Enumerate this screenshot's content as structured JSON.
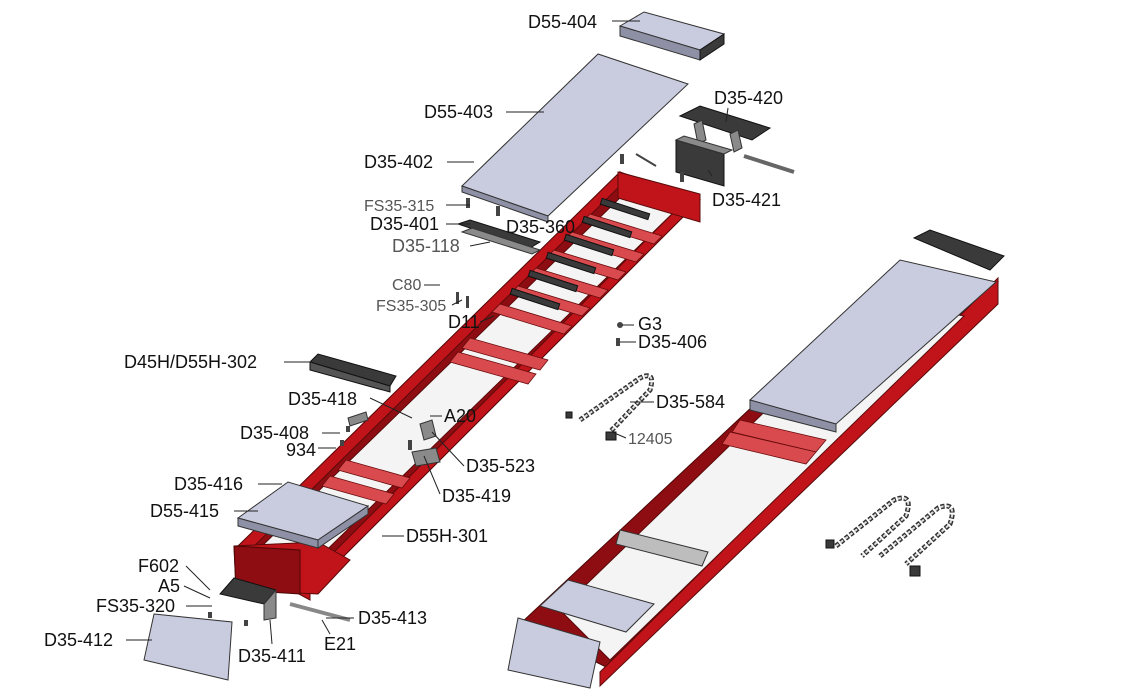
{
  "labels": {
    "d55_404": "D55-404",
    "d55_403": "D55-403",
    "d35_420": "D35-420",
    "d35_402": "D35-402",
    "d35_421": "D35-421",
    "fs35_315": "FS35-315",
    "d35_401": "D35-401",
    "d35_360": "D35-360",
    "d35_118": "D35-118",
    "c80": "C80",
    "fs35_305": "FS35-305",
    "d11": "D11",
    "g3": "G3",
    "d35_406": "D35-406",
    "d45h_d55h_302": "D45H/D55H-302",
    "d35_584": "D35-584",
    "d35_418": "D35-418",
    "a20": "A20",
    "d35_408": "D35-408",
    "n934": "934",
    "n12405": "12405",
    "d35_523": "D35-523",
    "d35_419": "D35-419",
    "d35_416": "D35-416",
    "d55_415": "D55-415",
    "d55h_301": "D55H-301",
    "f602": "F602",
    "a5": "A5",
    "fs35_320": "FS35-320",
    "d35_413": "D35-413",
    "d35_412": "D35-412",
    "d35_411": "D35-411",
    "e21": "E21"
  },
  "colors": {
    "frame_red": "#c0141a",
    "plate_blue_grey": "#c9ccdf",
    "background": "#ffffff"
  }
}
